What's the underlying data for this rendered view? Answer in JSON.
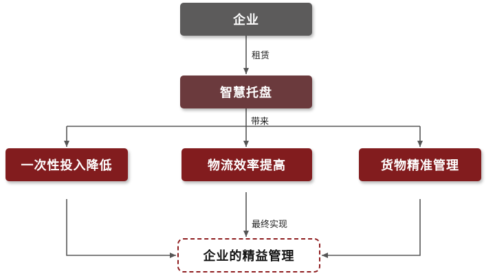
{
  "nodes": {
    "top": "企业",
    "middle": "智慧托盘",
    "left": "一次性投入降低",
    "center": "物流效率提高",
    "right": "货物精准管理",
    "bottom": "企业的精益管理"
  },
  "edge_labels": {
    "top_to_middle": "租赁",
    "middle_to_row": "带来",
    "center_to_bottom": "最终实现"
  },
  "colors": {
    "top_fill": "#5c5b5b",
    "middle_fill": "#6b3a3d",
    "row_fill": "#821c1e",
    "connector": "#555555",
    "bottom_border": "#8e1c1e"
  }
}
